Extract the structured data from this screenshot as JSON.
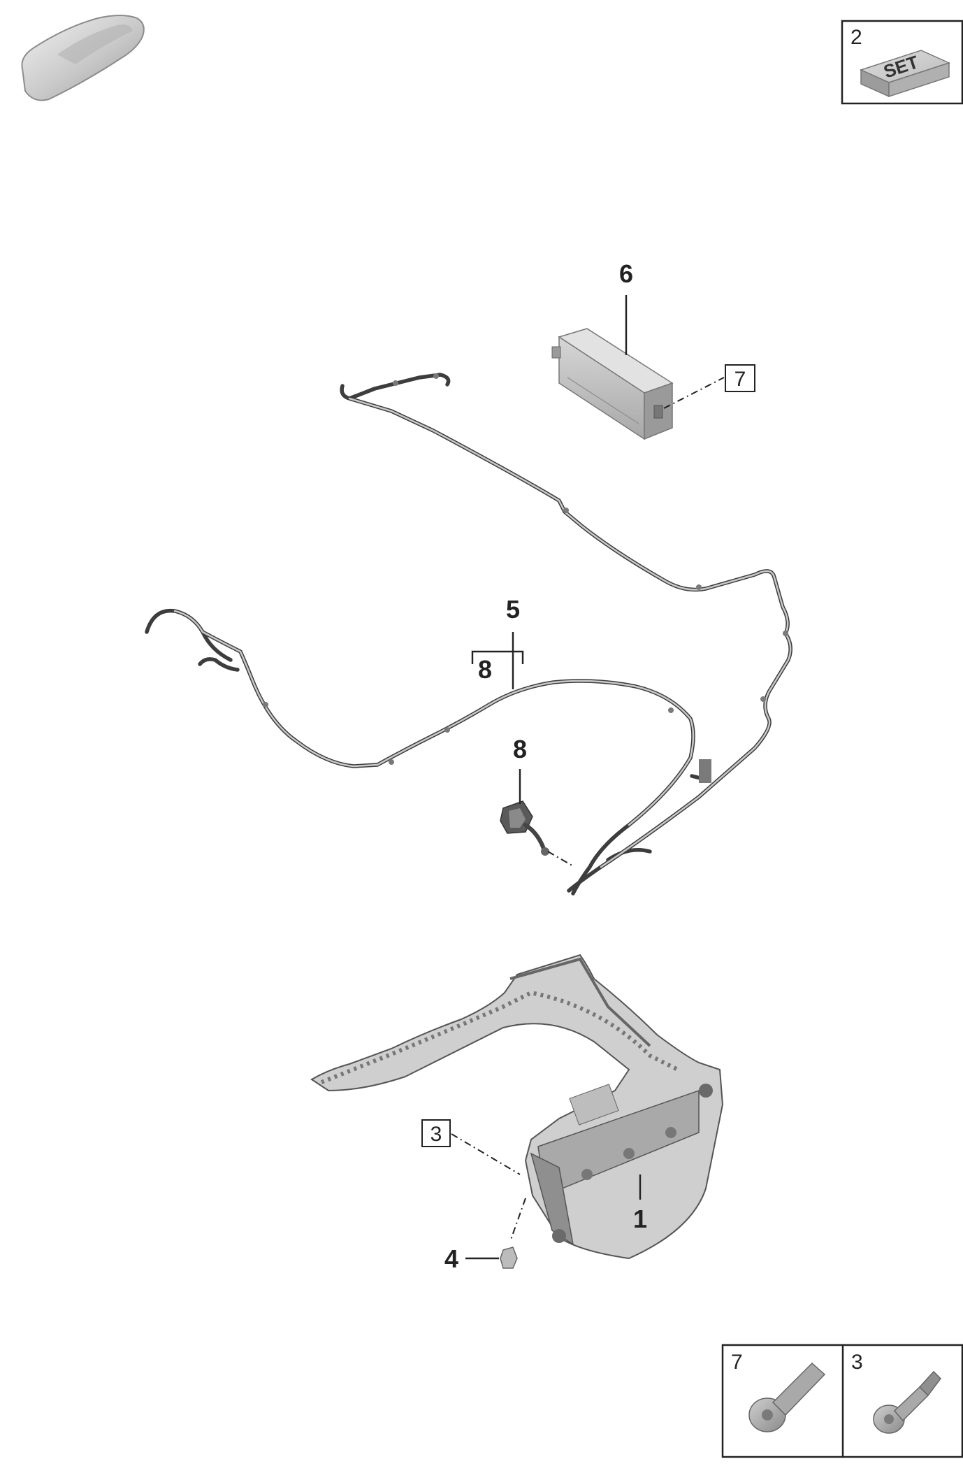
{
  "kit": {
    "number": "2",
    "label": "SET"
  },
  "callouts": {
    "frame": "1",
    "screw_frame_ref": "3",
    "nut": "4",
    "harness": "5",
    "harness_sub": "8",
    "control_unit": "6",
    "screw_unit_ref": "7",
    "connector": "8"
  },
  "legend": {
    "items": [
      {
        "number": "7",
        "icon": "flange-bolt-icon"
      },
      {
        "number": "3",
        "icon": "stud-bolt-icon"
      }
    ]
  },
  "icons": {
    "thumbnail": "car-silhouette-icon",
    "kit": "set-box-icon"
  }
}
